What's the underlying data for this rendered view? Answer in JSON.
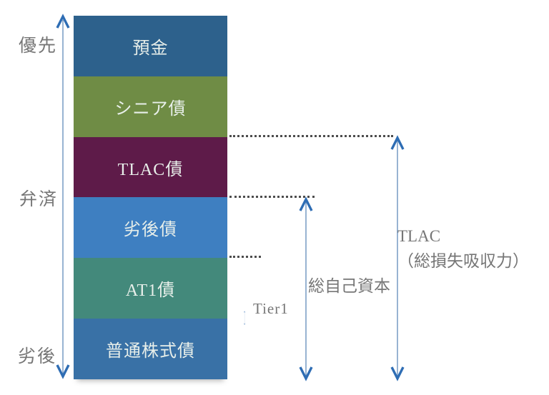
{
  "colors": {
    "arrow": "#2E6DB4",
    "arrow_line": "#6D93BE",
    "dotted": "#4D4D4D",
    "label_text": "#767676",
    "segment_text": "#E8EFEA"
  },
  "left_axis": {
    "top_label": "優先",
    "middle_label": "弁済",
    "bottom_label": "劣後"
  },
  "bar": {
    "segments": [
      {
        "label": "預金",
        "color": "#2D618C"
      },
      {
        "label": "シニア債",
        "color": "#6F8C45"
      },
      {
        "label": "TLAC債",
        "color": "#5E1B49"
      },
      {
        "label": "劣後債",
        "color": "#3E7FC1"
      },
      {
        "label": "AT1債",
        "color": "#43897B"
      },
      {
        "label": "普通株式債",
        "color": "#3971A6"
      }
    ]
  },
  "measures": {
    "tier1": {
      "label": "Tier1"
    },
    "total_capital": {
      "label": "総自己資本"
    },
    "tlac": {
      "label_line1": "TLAC",
      "label_line2": "（総損失吸収力）"
    }
  }
}
